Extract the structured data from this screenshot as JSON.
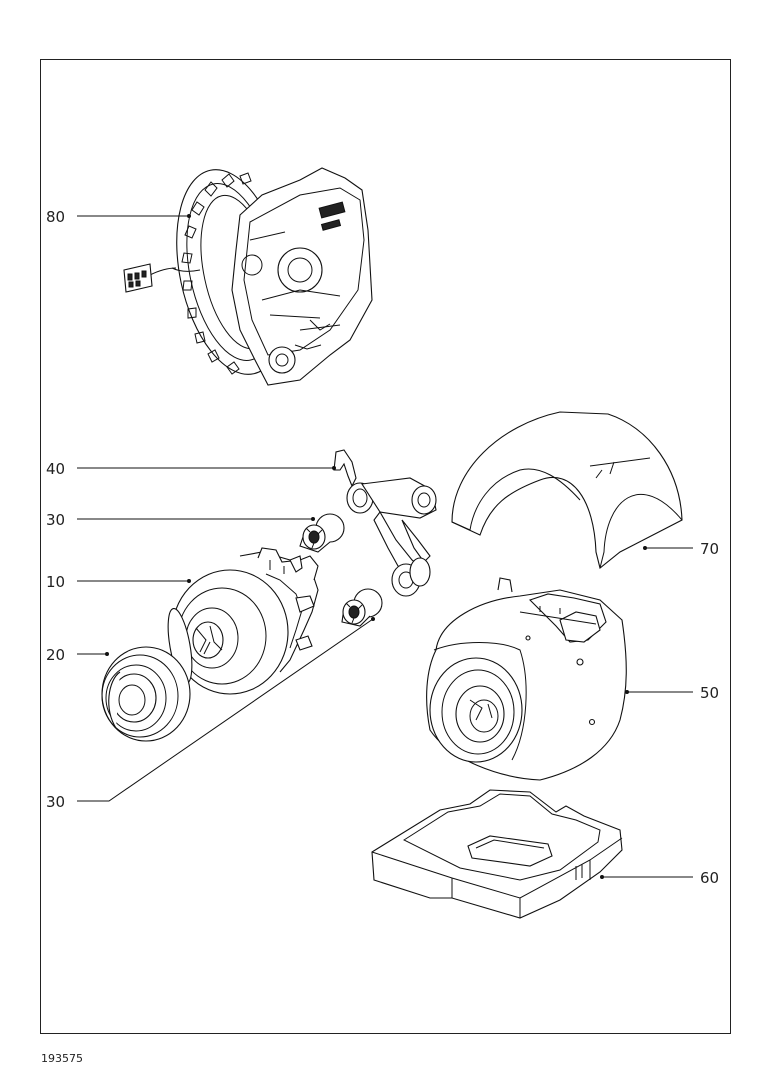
{
  "callouts": [
    {
      "id": "80",
      "text": "80"
    },
    {
      "id": "40",
      "text": "40"
    },
    {
      "id": "30a",
      "text": "30"
    },
    {
      "id": "10",
      "text": "10"
    },
    {
      "id": "20",
      "text": "20"
    },
    {
      "id": "30b",
      "text": "30"
    },
    {
      "id": "70",
      "text": "70"
    },
    {
      "id": "50",
      "text": "50"
    },
    {
      "id": "60",
      "text": "60"
    }
  ],
  "document_number": "193575"
}
